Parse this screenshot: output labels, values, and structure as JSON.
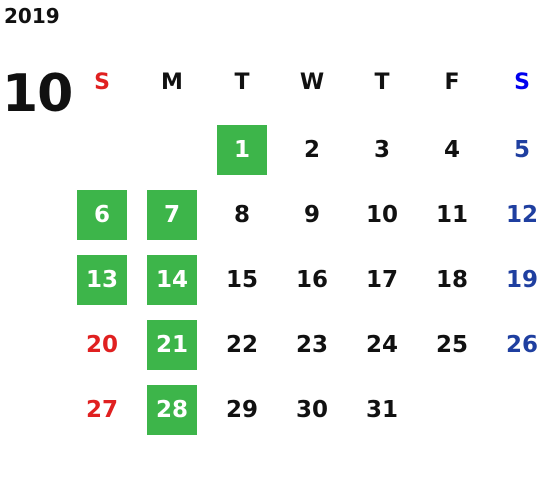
{
  "calendar": {
    "year": "2019",
    "month": "10",
    "weekday_headers": [
      "S",
      "M",
      "T",
      "W",
      "T",
      "F",
      "S"
    ],
    "colors": {
      "highlight_bg": "#3db54a",
      "highlight_text": "#ffffff",
      "sunday": "#e02020",
      "saturday": "#1f3fa0",
      "weekday": "#111111",
      "saturday_header": "#0000ee"
    },
    "first_weekday_index": 2,
    "days_in_month": 31,
    "highlighted_days": [
      1,
      6,
      7,
      13,
      14,
      21,
      28
    ]
  }
}
